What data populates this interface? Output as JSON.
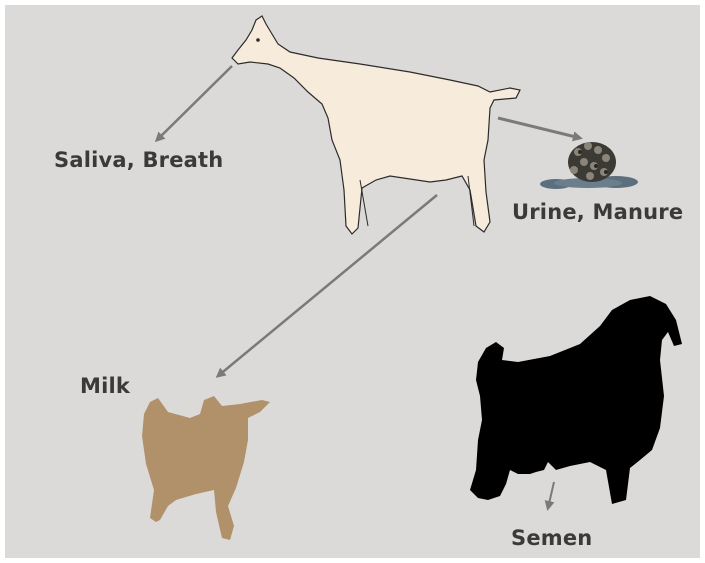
{
  "labels": {
    "saliva": "Saliva, Breath",
    "urine": "Urine, Manure",
    "milk": "Milk",
    "semen": "Semen"
  },
  "colors": {
    "background": "#dcdad8",
    "adult_goat": "#f7ecdc",
    "kid_goat": "#b0916a",
    "buck": "#000000",
    "manure": "#3c3a35",
    "puddle": "#5b6f7e",
    "arrow": "#7a7a7a",
    "label_text": "#3a3a3a"
  },
  "icons": [
    "adult-goat-icon",
    "manure-icon",
    "kid-goat-icon",
    "buck-silhouette-icon"
  ]
}
